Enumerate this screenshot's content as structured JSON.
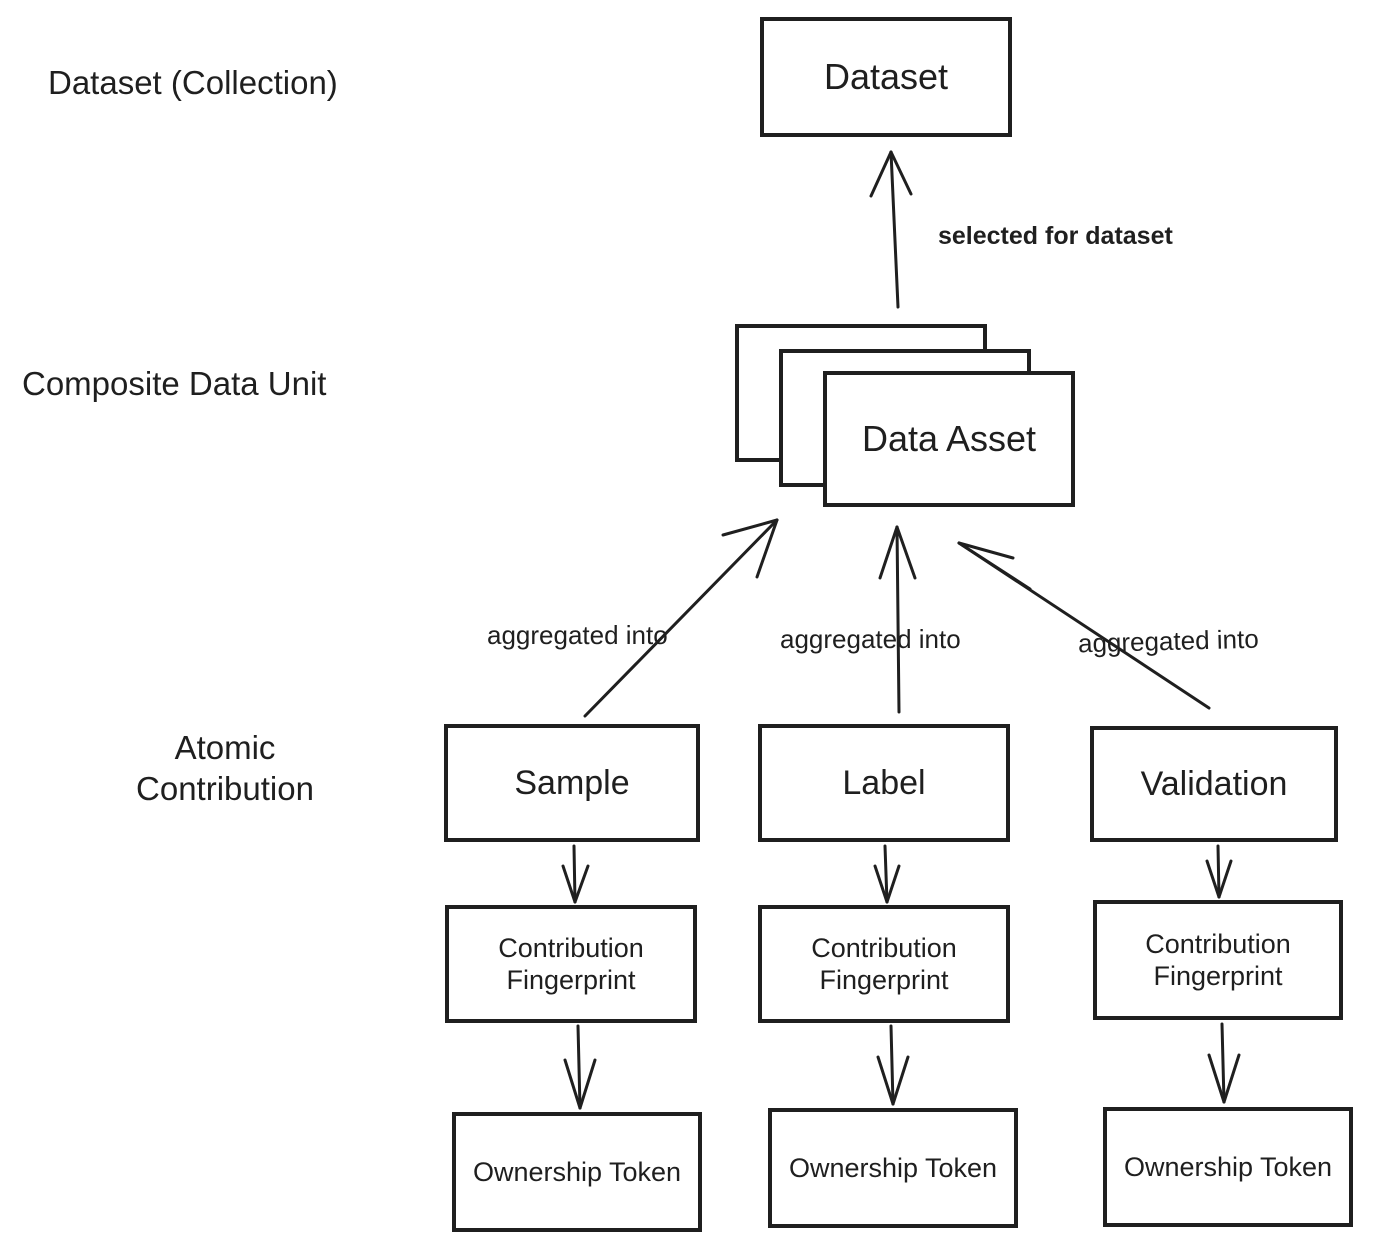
{
  "diagram": {
    "title": "Data contribution hierarchy",
    "background_color": "#ffffff",
    "stroke_color": "#1f1f1f"
  },
  "tiers": [
    {
      "id": "dataset",
      "label": "Dataset (Collection)"
    },
    {
      "id": "composite",
      "label": "Composite Data Unit"
    },
    {
      "id": "atomic",
      "label": "Atomic\nContribution"
    }
  ],
  "nodes": {
    "dataset": "Dataset",
    "data_asset": "Data Asset",
    "sample": "Sample",
    "label": "Label",
    "validation": "Validation",
    "fingerprint_1": "Contribution\nFingerprint",
    "fingerprint_2": "Contribution\nFingerprint",
    "fingerprint_3": "Contribution\nFingerprint",
    "token_1": "Ownership\nToken",
    "token_2": "Ownership\nToken",
    "token_3": "Ownership\nToken"
  },
  "edge_labels": {
    "selected_for_dataset": "selected for dataset",
    "aggregated_into_1": "aggregated into",
    "aggregated_into_2": "aggregated into",
    "aggregated_into_3": "aggregated into"
  },
  "edges": [
    {
      "from": "data_asset",
      "to": "dataset",
      "label": "selected for dataset"
    },
    {
      "from": "sample",
      "to": "data_asset",
      "label": "aggregated into"
    },
    {
      "from": "label",
      "to": "data_asset",
      "label": "aggregated into"
    },
    {
      "from": "validation",
      "to": "data_asset",
      "label": "aggregated into"
    },
    {
      "from": "sample",
      "to": "fingerprint_1",
      "label": ""
    },
    {
      "from": "label",
      "to": "fingerprint_2",
      "label": ""
    },
    {
      "from": "validation",
      "to": "fingerprint_3",
      "label": ""
    },
    {
      "from": "fingerprint_1",
      "to": "token_1",
      "label": ""
    },
    {
      "from": "fingerprint_2",
      "to": "token_2",
      "label": ""
    },
    {
      "from": "fingerprint_3",
      "to": "token_3",
      "label": ""
    }
  ]
}
